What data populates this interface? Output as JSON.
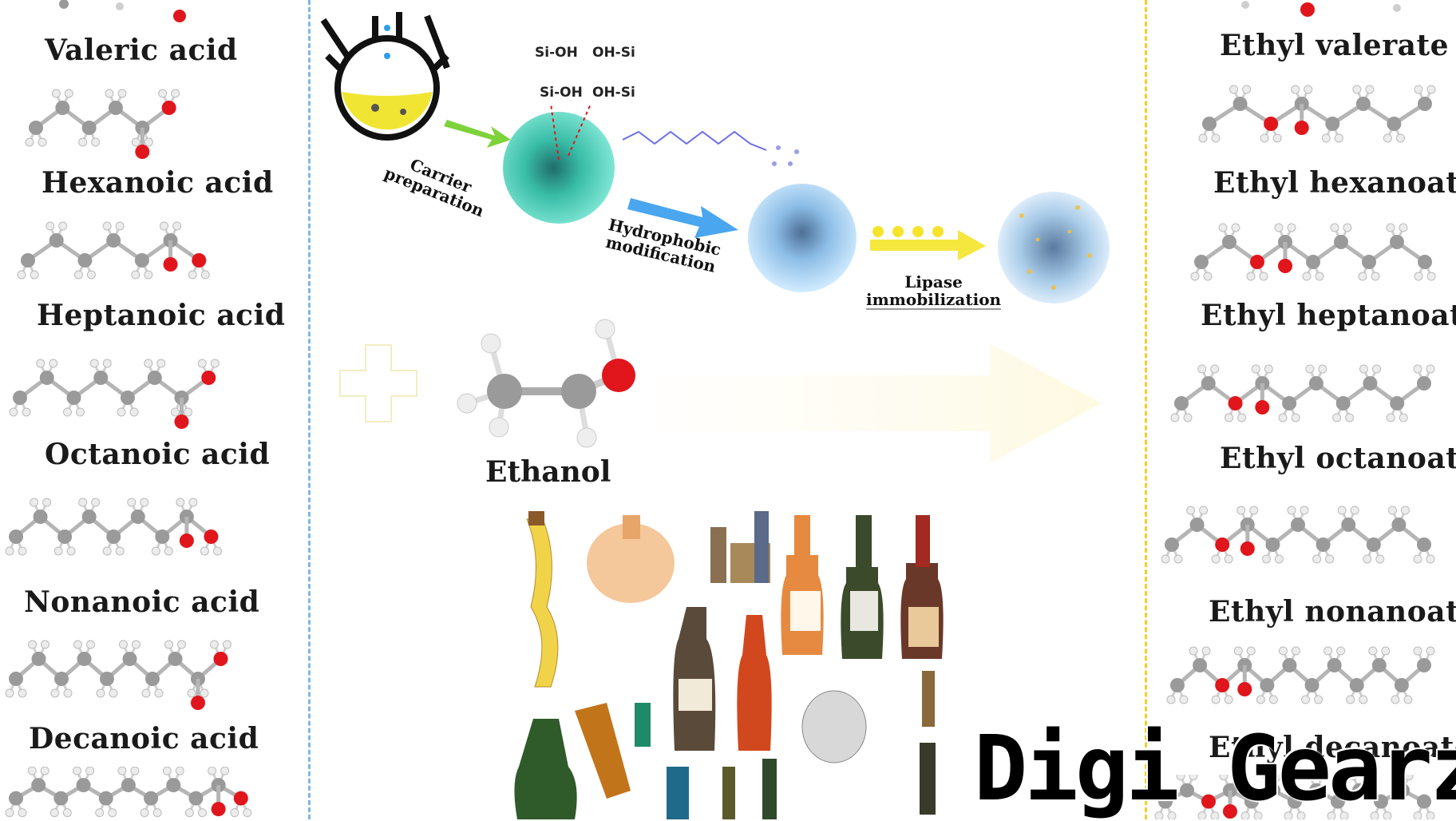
{
  "acids": [
    "Valeric acid",
    "Hexanoic acid",
    "Heptanoic acid",
    "Octanoic acid",
    "Nonanoic acid",
    "Decanoic acid"
  ],
  "esters": [
    "Ethyl valerate",
    "Ethyl hexanoate",
    "Ethyl heptanoate",
    "Ethyl octanoate",
    "Ethyl nonanoate",
    "Ethyl decanoate"
  ],
  "process": {
    "step1": [
      "Carrier",
      "preparation"
    ],
    "step2": [
      "Hydrophobic",
      "modification"
    ],
    "step3": [
      "Lipase",
      "immobilization"
    ],
    "silanol": [
      "Si-OH",
      "OH-Si",
      "Si-OH",
      "OH-Si"
    ]
  },
  "ethanol": "Ethanol",
  "watermark": "Digi Gearz",
  "colors": {
    "left_divider": "#7fb8e3",
    "right_divider": "#f3cf2a",
    "oxygen": "#e0161c",
    "carbon": "#9a9a9a",
    "hydrogen": "#e6e6e6",
    "carrier_sphere": "#3cc0a8",
    "modified_sphere": "#7fb4e0",
    "arrow_green": "#7ed23a",
    "arrow_blue": "#4aa6ee",
    "arrow_yellow": "#f5e42a"
  }
}
